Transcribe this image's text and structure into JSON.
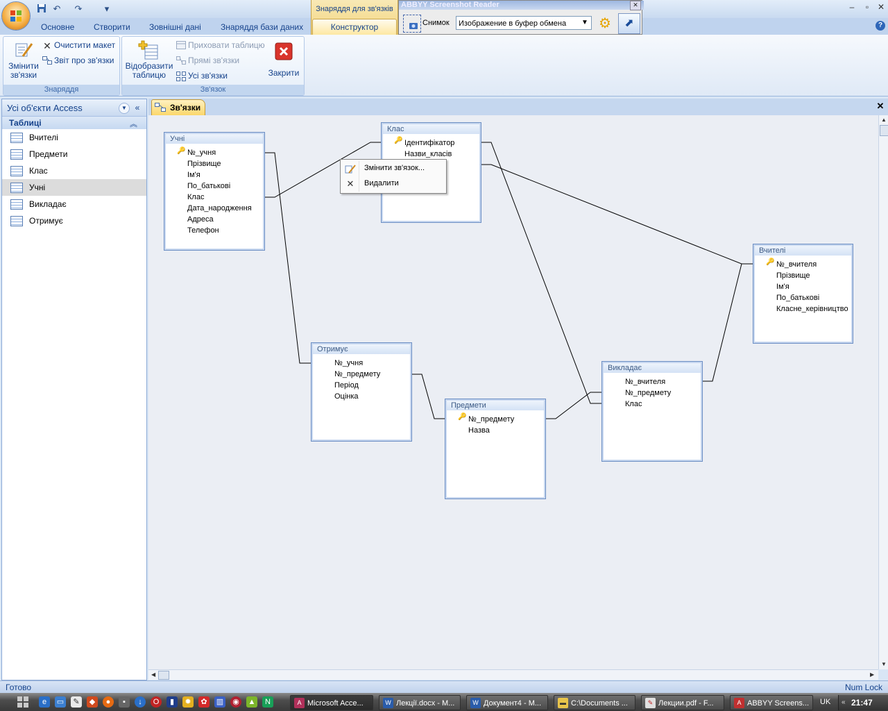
{
  "quick_access": {
    "undo": "↶",
    "redo": "↷",
    "customize": "▾"
  },
  "window_controls": {
    "minimize": "–",
    "restore": "▫",
    "close": "✕",
    "help": "?"
  },
  "context_tab_group": "Знаряддя для зв'язків",
  "tabs": [
    "Основне",
    "Створити",
    "Зовнішні дані",
    "Знаряддя бази даних"
  ],
  "active_tab": "Конструктор",
  "abbyy": {
    "title": "ABBYY Screenshot Reader",
    "snapshot_label": "Снимок",
    "mode_value": "Изображение в буфер обмена",
    "close": "✕"
  },
  "ribbon": {
    "tools_group": {
      "label": "Знаряддя",
      "change_relationships": "Змінити\nзв'язки",
      "clear_layout": "Очистити макет",
      "relationship_report": "Звіт про зв'язки"
    },
    "relationship_group": {
      "label": "Зв'язок",
      "show_table": "Відобразити\nтаблицю",
      "hide_table": "Приховати таблицю",
      "direct_relationships": "Прямі зв'язки",
      "all_relationships": "Усі зв'язки",
      "close": "Закрити"
    }
  },
  "nav_pane": {
    "title": "Усі об'єкти Access",
    "group": "Таблиці",
    "items": [
      {
        "label": "Вчителі",
        "selected": false
      },
      {
        "label": "Предмети",
        "selected": false
      },
      {
        "label": "Клас",
        "selected": false
      },
      {
        "label": "Учні",
        "selected": true
      },
      {
        "label": "Викладає",
        "selected": false
      },
      {
        "label": "Отримує",
        "selected": false
      }
    ]
  },
  "document_tab": "Зв'язки",
  "tables": {
    "uchni": {
      "title": "Учні",
      "fields": [
        {
          "name": "№_учня",
          "key": true
        },
        {
          "name": "Прізвище"
        },
        {
          "name": "Ім'я"
        },
        {
          "name": "По_батькові"
        },
        {
          "name": "Клас"
        },
        {
          "name": "Дата_народження"
        },
        {
          "name": "Адреса"
        },
        {
          "name": "Телефон"
        }
      ]
    },
    "klas": {
      "title": "Клас",
      "fields": [
        {
          "name": "Ідентифікатор",
          "key": true
        },
        {
          "name": "Назви_класів"
        }
      ]
    },
    "vchyteli": {
      "title": "Вчителі",
      "fields": [
        {
          "name": "№_вчителя",
          "key": true
        },
        {
          "name": "Прізвище"
        },
        {
          "name": "Ім'я"
        },
        {
          "name": "По_батькові"
        },
        {
          "name": "Класне_керівництво"
        }
      ]
    },
    "otrymuie": {
      "title": "Отримує",
      "fields": [
        {
          "name": "№_учня"
        },
        {
          "name": "№_предмету"
        },
        {
          "name": "Період"
        },
        {
          "name": "Оцінка"
        }
      ]
    },
    "predmety": {
      "title": "Предмети",
      "fields": [
        {
          "name": "№_предмету",
          "key": true
        },
        {
          "name": "Назва"
        }
      ]
    },
    "vykladaie": {
      "title": "Викладає",
      "fields": [
        {
          "name": "№_вчителя"
        },
        {
          "name": "№_предмету"
        },
        {
          "name": "Клас"
        }
      ]
    }
  },
  "context_menu": {
    "edit": "Змінити зв'язок...",
    "delete": "Видалити"
  },
  "status": {
    "left": "Готово",
    "right": "Num Lock"
  },
  "taskbar": {
    "buttons": [
      {
        "label": "Microsoft Acce...",
        "active": true
      },
      {
        "label": "Лекції.docx - M..."
      },
      {
        "label": "Документ4 - M..."
      },
      {
        "label": "C:\\Documents ..."
      },
      {
        "label": "Лекции.pdf - F..."
      },
      {
        "label": "ABBYY Screens..."
      }
    ],
    "lang": "UK",
    "clock": "21:47"
  }
}
